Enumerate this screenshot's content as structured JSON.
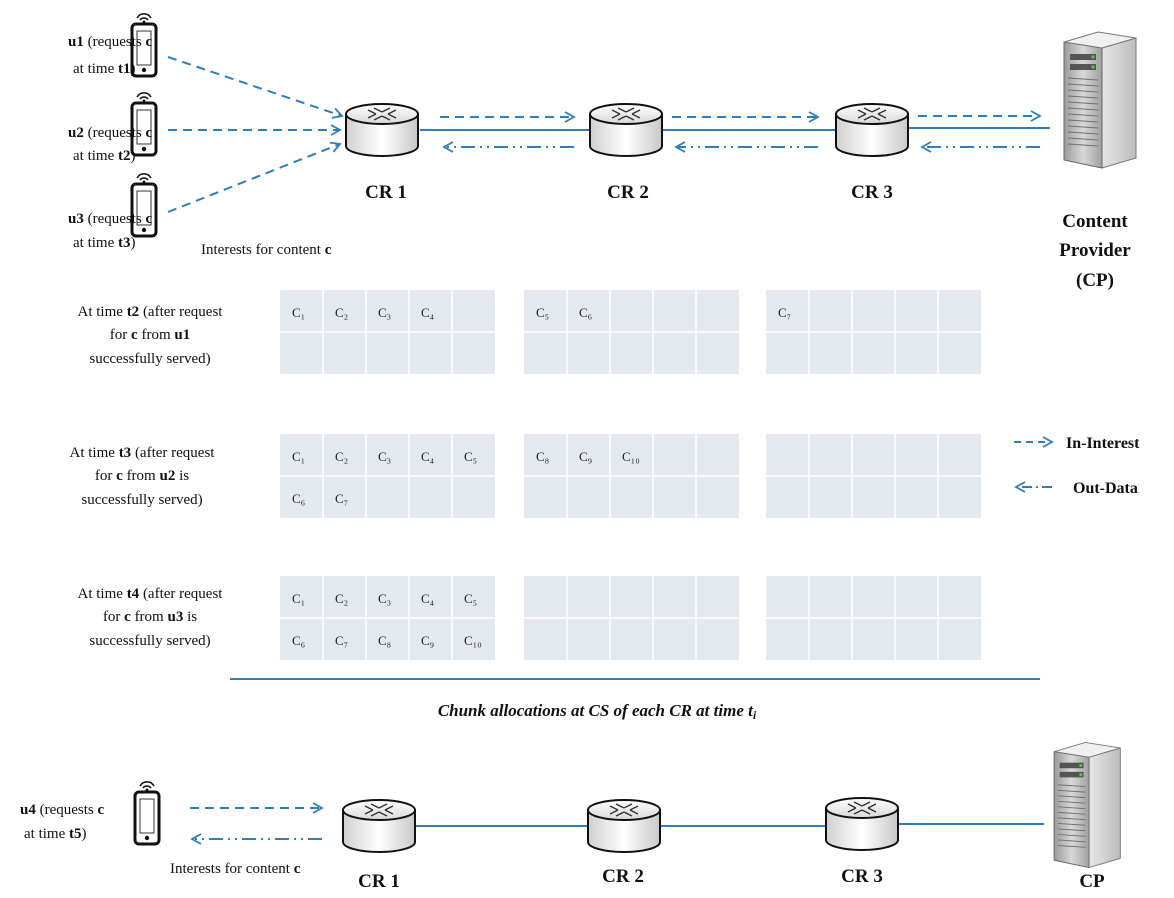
{
  "users_top": [
    {
      "id": "u1",
      "text_a": " (requests ",
      "content": "c",
      "text_b": "at time ",
      "time": "t1",
      "close": ")"
    },
    {
      "id": "u2",
      "text_a": " (requests ",
      "content": "c",
      "text_b": "at time ",
      "time": "t2",
      "close": ")"
    },
    {
      "id": "u3",
      "text_a": " (requests ",
      "content": "c",
      "text_b": "at time ",
      "time": "t3",
      "close": ")"
    }
  ],
  "interests_label": {
    "text": "Interests for content ",
    "content": "c"
  },
  "routers_top": [
    "CR 1",
    "CR 2",
    "CR 3"
  ],
  "provider": {
    "line1": "Content",
    "line2": "Provider",
    "line3": "(CP)"
  },
  "legend": {
    "in_interest": "In-Interest",
    "out_data": "Out-Data",
    "arrow_in": "- - >",
    "arrow_out": "<· —"
  },
  "snapshots": [
    {
      "line1_a": "At time ",
      "time": "t2",
      "line1_b": " (after request",
      "line2_a": "for ",
      "content": "c",
      "line2_b": " from ",
      "user": "u1",
      "line3": "successfully served)",
      "cr1": [
        "C₁",
        "C₂",
        "C₃",
        "C₄"
      ],
      "cr2": [
        "C₅",
        "C₆"
      ],
      "cr3": [
        "C₇"
      ]
    },
    {
      "line1_a": "At time ",
      "time": "t3",
      "line1_b": " (after request",
      "line2_a": "for ",
      "content": "c",
      "line2_b": " from ",
      "user": "u2",
      "line2_c": " is",
      "line3": "successfully served)",
      "cr1": [
        "C₁",
        "C₂",
        "C₃",
        "C₄",
        "C₅",
        "C₆",
        "C₇"
      ],
      "cr2": [
        "C₈",
        "C₉",
        "C₁₀"
      ],
      "cr3": []
    },
    {
      "line1_a": "At time ",
      "time": "t4",
      "line1_b": " (after request",
      "line2_a": "for ",
      "content": "c",
      "line2_b": " from ",
      "user": "u3",
      "line2_c": " is",
      "line3": "successfully served)",
      "cr1": [
        "C₁",
        "C₂",
        "C₃",
        "C₄",
        "C₅",
        "C₆",
        "C₇",
        "C₈",
        "C₉",
        "C₁₀"
      ],
      "cr2": [],
      "cr3": []
    }
  ],
  "caption": {
    "text": "Chunk allocations at CS of each CR at time t",
    "sub": "i"
  },
  "user_bottom": {
    "id": "u4",
    "text_a": " (requests ",
    "content": "c",
    "text_b": "at time ",
    "time": "t5",
    "close": ")"
  },
  "interests_label_bottom": {
    "text": "Interests for content ",
    "content": "c"
  },
  "routers_bottom": [
    "CR 1",
    "CR 2",
    "CR 3"
  ],
  "provider_bottom": "CP",
  "colors": {
    "link": "#2e7dbf",
    "table_fill": "#e4e9ef",
    "table_line": "#ffffff"
  }
}
